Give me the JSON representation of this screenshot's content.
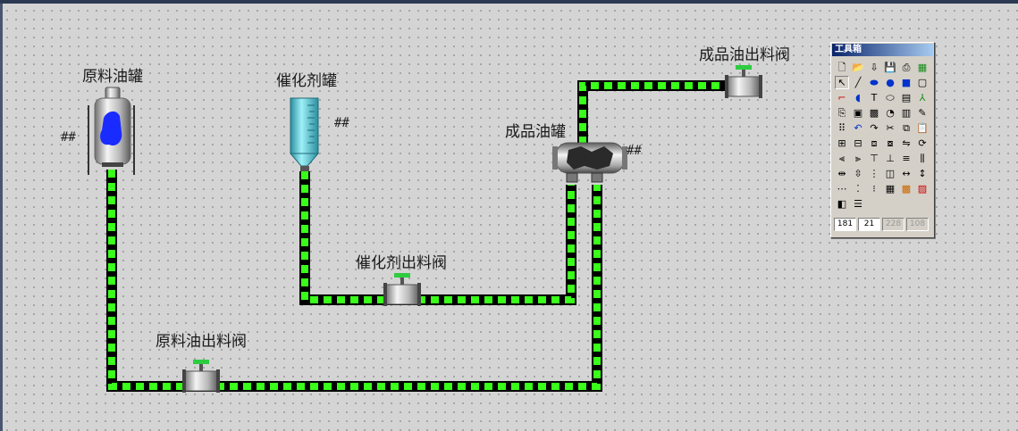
{
  "equipment": {
    "raw_oil_tank": {
      "label": "原料油罐",
      "value": "##"
    },
    "catalyst_tank": {
      "label": "催化剂罐",
      "value": "##"
    },
    "product_oil_tank": {
      "label": "成品油罐",
      "value": "##"
    }
  },
  "valves": {
    "raw_oil_outlet": {
      "label": "原料油出料阀"
    },
    "catalyst_outlet": {
      "label": "催化剂出料阀"
    },
    "product_oil_outlet": {
      "label": "成品油出料阀"
    }
  },
  "colors": {
    "pipe_fill": "#39ff1a",
    "pipe_border": "#000000",
    "raw_oil_liquid": "#1a2bff",
    "catalyst_liquid": "#5fd0e0",
    "valve_handle": "#2ecc40"
  },
  "toolbox": {
    "title": "工具箱",
    "tools": [
      "new-icon",
      "open-icon",
      "import-icon",
      "save-icon",
      "print-icon",
      "palette-icon",
      "pointer-icon",
      "line-icon",
      "ellipse-filled-icon",
      "circle-icon",
      "rectangle-icon",
      "rounded-rect-icon",
      "polyline-icon",
      "arc-icon",
      "text-icon",
      "round-button-icon",
      "button-icon",
      "symbol-icon",
      "copy-icon",
      "bitmap-icon",
      "image-icon",
      "gauge-icon",
      "report-icon",
      "edit-points-icon",
      "grid-icon",
      "undo-icon",
      "redo-icon",
      "cut-icon",
      "copy2-icon",
      "paste-icon",
      "group-icon",
      "ungroup-icon",
      "bring-front-icon",
      "send-back-icon",
      "flip-icon",
      "rotate-icon",
      "align-left-icon",
      "align-right-icon",
      "align-top-icon",
      "align-bottom-icon",
      "align-center-icon",
      "align-middle-icon",
      "space-horizontal-icon",
      "space-vertical-icon",
      "distribute-icon",
      "same-size-icon",
      "same-width-icon",
      "same-height-icon",
      "snap-icon",
      "dots-icon",
      "vertical-dots-icon",
      "table-icon",
      "color-grid-icon",
      "pattern-icon",
      "fill-color-icon",
      "line-style-icon"
    ],
    "fields": [
      "181",
      "21",
      "228",
      "108"
    ]
  }
}
